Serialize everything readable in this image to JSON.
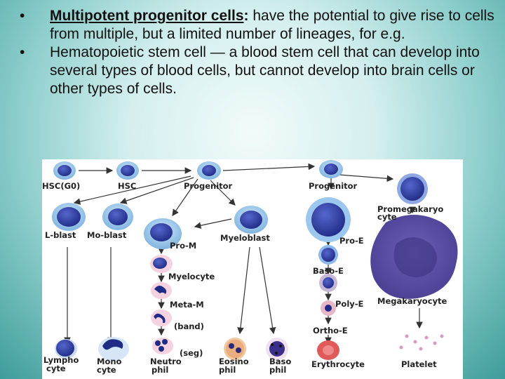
{
  "bullets": [
    {
      "symbol": "•",
      "term": "Multipotent progenitor cells",
      "colon": ":",
      "text": " have the potential to give rise to cells from multiple, but a limited number of lineages, for e.g."
    },
    {
      "symbol": "•",
      "text": " Hematopoietic stem cell — a  blood stem cell that can develop into several types of blood cells, but cannot develop into brain cells or other types of cells."
    }
  ],
  "figure_labels": {
    "hsc_g0": "HSC(G0)",
    "hsc": "HSC",
    "progenitor_1": "Progenitor",
    "progenitor_2": "Progenitor",
    "promegakaryocyte_1": "Promegakaryo",
    "promegakaryocyte_2": "cyte",
    "l_blast": "L-blast",
    "mo_blast": "Mo-blast",
    "myeloblast": "Myeloblast",
    "pro_m": "Pro-M",
    "pro_e": "Pro-E",
    "myelocyte": "Myelocyte",
    "baso_e": "Baso-E",
    "meta_m": "Meta-M",
    "poly_e": "Poly-E",
    "megakaryocyte": "Megakaryocyte",
    "band": "(band)",
    "ortho_e": "Ortho-E",
    "seg": "(seg)",
    "lympho_1": "Lympho",
    "lympho_2": "cyte",
    "mono_1": "Mono",
    "mono_2": "cyte",
    "neutro_1": "Neutro",
    "neutro_2": "phil",
    "eosino_1": "Eosino",
    "eosino_2": "phil",
    "baso_1": "Baso",
    "baso_2": "phil",
    "erythrocyte": "Erythrocyte",
    "platelet": "Platelet"
  },
  "colors": {
    "cell_outer": "#8fc3ea",
    "nucleus": "#2f3fa3",
    "pink_cytoplasm": "#f4d2e0",
    "megakaryocyte": "#5b4ea3",
    "erythro_red": "#e05a5a",
    "arrow": "#333333"
  }
}
